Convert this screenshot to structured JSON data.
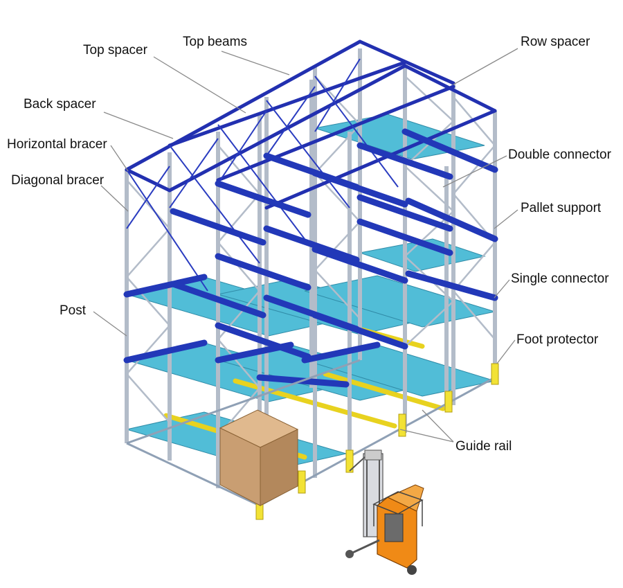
{
  "labels": {
    "top_spacer": "Top spacer",
    "top_beams": "Top beams",
    "row_spacer": "Row spacer",
    "back_spacer": "Back spacer",
    "horizontal_bracer": "Horizontal bracer",
    "diagonal_bracer": "Diagonal bracer",
    "double_connector": "Double connector",
    "pallet_support": "Pallet support",
    "single_connector": "Single connector",
    "post": "Post",
    "foot_protector": "Foot protector",
    "guide_rail": "Guide rail"
  },
  "colors": {
    "beam_blue": "#1f2fa8",
    "roller_cyan": "#2ba9c9",
    "post_gray": "#b9c0cc",
    "guide_yellow": "#f2e235",
    "carton_brown": "#c99e72",
    "forklift_orange": "#f08a16"
  }
}
